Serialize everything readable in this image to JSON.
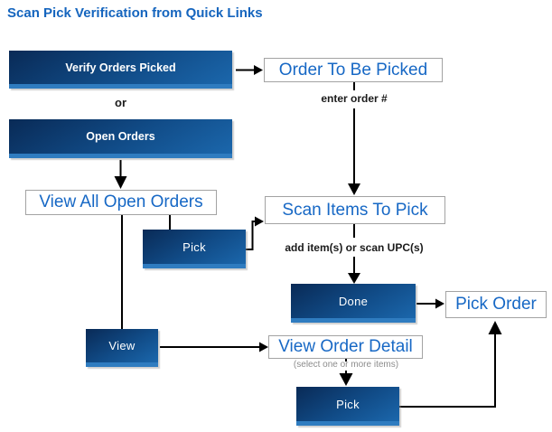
{
  "title": "Scan Pick Verification from Quick Links",
  "buttons": {
    "verify_orders_picked": "Verify Orders Picked",
    "open_orders": "Open Orders",
    "pick_1": "Pick",
    "done": "Done",
    "view": "View",
    "pick_2": "Pick"
  },
  "boxes": {
    "order_to_be_picked": "Order To Be Picked",
    "view_all_open_orders": "View All Open Orders",
    "scan_items_to_pick": "Scan Items To Pick",
    "pick_order": "Pick Order",
    "view_order_detail": "View Order Detail"
  },
  "labels": {
    "or": "or",
    "enter_order": "enter order #",
    "add_items": "add item(s) or scan UPC(s)",
    "select_items": "(select one or more items)"
  },
  "colors": {
    "title_blue": "#1565BE",
    "box_text_blue": "#1768C5",
    "button_gradient_top": "#092A56",
    "button_gradient_bottom": "#1B67AC",
    "button_strip": "#2F7CC0",
    "connector": "#000000"
  }
}
